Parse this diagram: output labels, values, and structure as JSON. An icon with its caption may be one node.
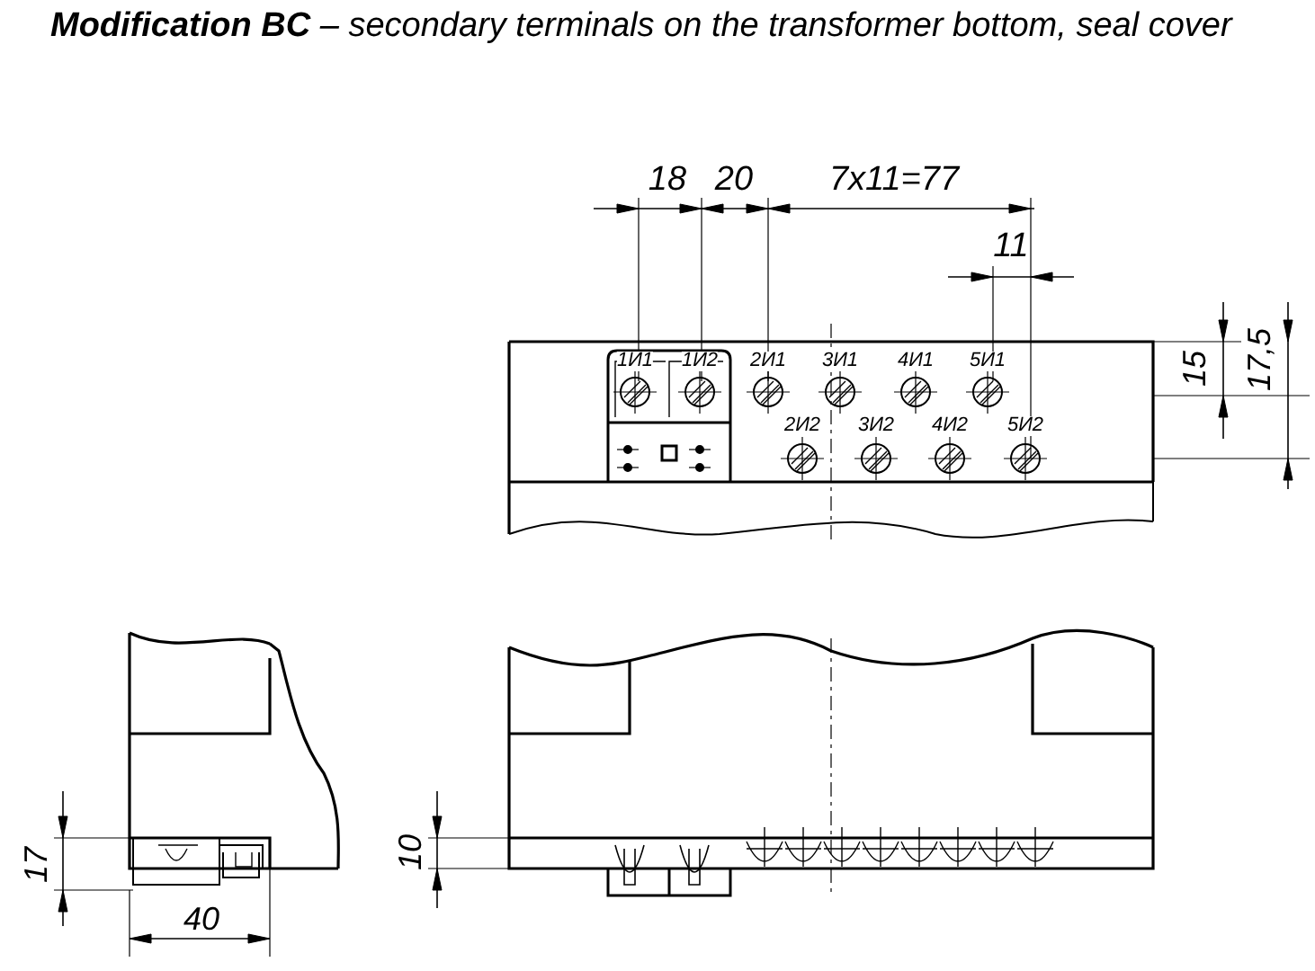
{
  "diagram": {
    "title": "**Modification BC** – secondary terminals on the transformer bottom, seal cover",
    "labels": [
      "18",
      "20",
      "7x11=77",
      "11",
      "1И1",
      "1И2",
      "2И1",
      "3И1",
      "4И1",
      "5И1",
      "15",
      "17,5",
      "2И2",
      "3И2",
      "4И2",
      "5И2",
      "17",
      "10",
      "40"
    ]
  }
}
